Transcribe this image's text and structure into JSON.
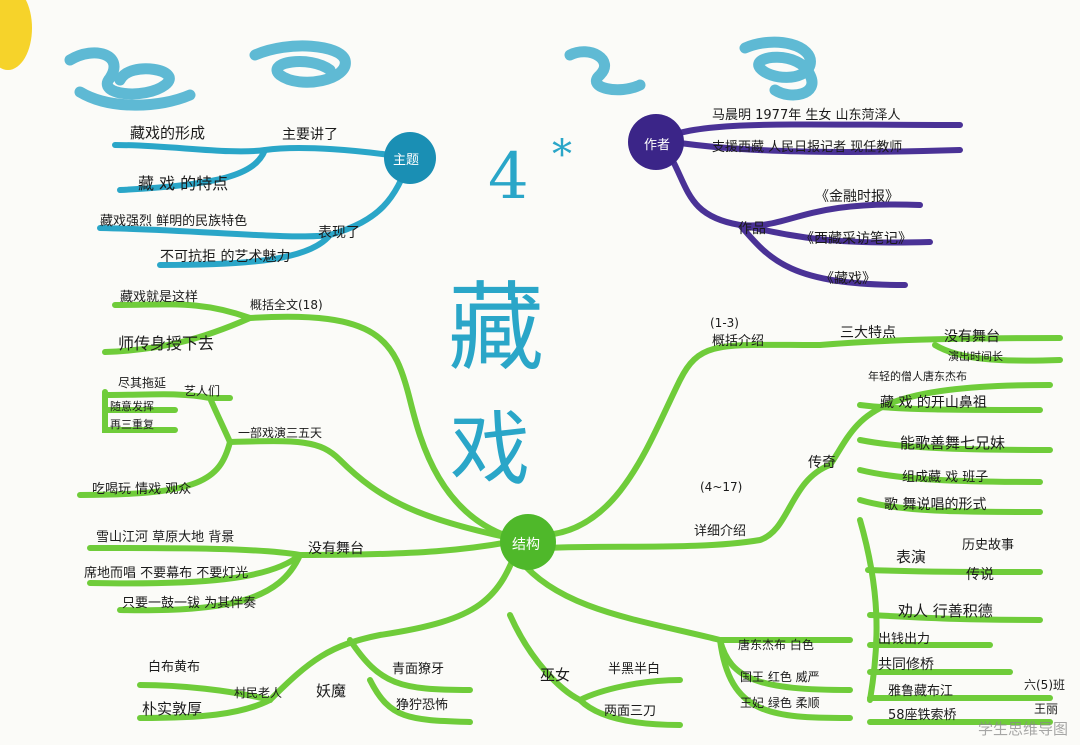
{
  "title": {
    "number": "4",
    "star": "*",
    "char1": "藏",
    "char2": "戏"
  },
  "theme": {
    "node": "主题",
    "branch1": "主要讲了",
    "item1": "藏戏的形成",
    "item2": "藏 戏 的特点",
    "branch2": "表现了",
    "item3": "藏戏强烈 鲜明的民族特色",
    "item4": "不可抗拒 的艺术魅力"
  },
  "author": {
    "node": "作者",
    "line1": "马晨明  1977年 生女  山东菏泽人",
    "line2": "支援西藏  人民日报记者  现任教师",
    "works_label": "作品",
    "work1": "《金融时报》",
    "work2": "《西藏采访笔记》",
    "work3": "《藏戏》"
  },
  "center": {
    "node": "结构"
  },
  "overview": {
    "label": "概括全文(18)",
    "item1": "藏戏就是这样",
    "item2": "师传身授下去"
  },
  "show_days": {
    "label": "一部戏演三五天",
    "sub": "艺人们",
    "item1": "尽其拖延",
    "item2": "随意发挥",
    "item3": "再三重复",
    "item4": "吃喝玩 情戏  观众"
  },
  "no_stage": {
    "label": "没有舞台",
    "item1": "雪山江河  草原大地  背景",
    "item2": "席地而唱 不要幕布   不要灯光",
    "item3": "只要一鼓一钹 为其伴奏"
  },
  "demon": {
    "label": "妖魔",
    "sub_village": "村民老人",
    "v1": "白布黄布",
    "v2": "朴实敦厚",
    "face1": "青面獠牙",
    "face2": "狰狞恐怖"
  },
  "witch": {
    "label": "巫女",
    "item1": "半黑半白",
    "item2": "两面三刀"
  },
  "colors": {
    "item1": "唐东杰布 白色",
    "item2": "国王  红色 威严",
    "item3": "王妃  绿色 柔顺"
  },
  "intro": {
    "label": "(1-3)",
    "label2": "概括介绍",
    "three": "三大特点",
    "f1": "没有舞台",
    "f2": "演出时间长"
  },
  "detail": {
    "label": "(4~17)",
    "label2": "详细介绍",
    "legend": "传奇",
    "l1": "年轻的僧人唐东杰布",
    "l2": "藏 戏 的开山鼻祖",
    "l3": "能歌善舞七兄妹",
    "l4": "组成藏 戏 班子",
    "l5": "歌 舞说唱的形式",
    "perform": "表演",
    "p1": "历史故事",
    "p2": "传说",
    "l6": "劝人 行善积德",
    "l7": "出钱出力",
    "l8": "共同修桥",
    "l9": "雅鲁藏布江",
    "l10": "58座铁索桥"
  },
  "signature": {
    "line1": "六(5)班",
    "line2": "王丽"
  },
  "watermark": "学生思维导图"
}
